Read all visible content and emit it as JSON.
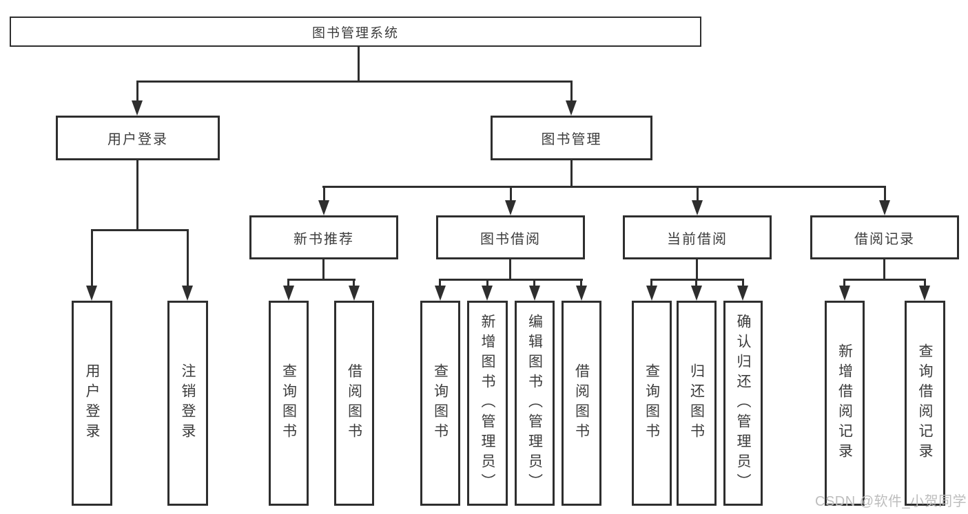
{
  "colors": {
    "line": "#2e2e2e",
    "text": "#3c3c3c",
    "box_fill": "#ffffff",
    "watermark": "#bdbdbd"
  },
  "nodes": {
    "root": "图书管理系统",
    "user_login_module": "用户登录",
    "book_management": "图书管理",
    "new_book_recommendation": "新书推荐",
    "book_borrowing": "图书借阅",
    "current_borrowing": "当前借阅",
    "borrowing_records": "借阅记录",
    "user_login": "用户登录",
    "logout_login": "注销登录",
    "query_books_recommend": "查询图书",
    "borrow_books_recommend": "借阅图书",
    "query_books_borrowing": "查询图书",
    "add_books_admin": "新增图书（管理员）",
    "edit_books_admin": "编辑图书（管理员）",
    "borrow_books_borrowing": "借阅图书",
    "query_books_current": "查询图书",
    "return_books": "归还图书",
    "confirm_return_admin": "确认归还（管理员）",
    "add_borrowing_record": "新增借阅记录",
    "query_borrowing_record": "查询借阅记录"
  },
  "watermark": "CSDN @软件_小贺同学"
}
